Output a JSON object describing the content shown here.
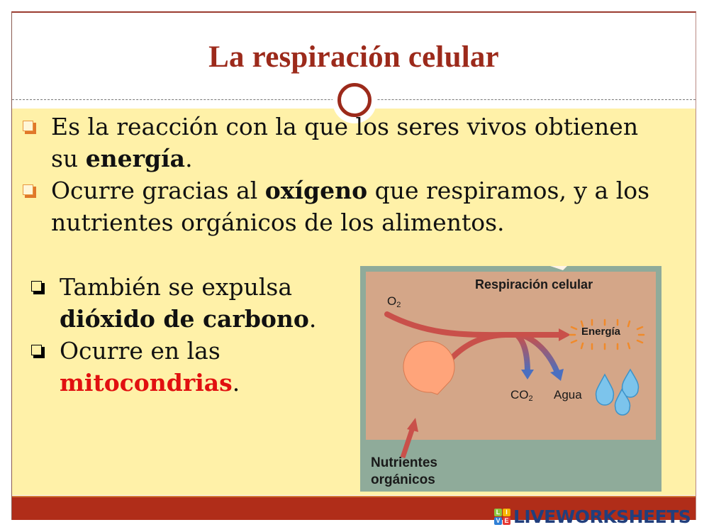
{
  "slide": {
    "title": "La respiración celular",
    "colors": {
      "title": "#9c2a1b",
      "background_top": "#ffffff",
      "background_body": "#fff1a8",
      "footer_bar": "#b02d19",
      "accent_bullet": "#e0782a",
      "highlight_red": "#e11010"
    },
    "bullets_top": [
      {
        "icon": "orange-square-bullet-icon",
        "parts": [
          {
            "text": "Es la reacción con la que los seres vivos obtienen su ",
            "bold": false
          },
          {
            "text": "energía",
            "bold": true
          },
          {
            "text": ".",
            "bold": false
          }
        ]
      },
      {
        "icon": "orange-square-bullet-icon",
        "parts": [
          {
            "text": "Ocurre gracias al ",
            "bold": false
          },
          {
            "text": "oxígeno",
            "bold": true
          },
          {
            "text": " que respiramos, y a los nutrientes orgánicos de los alimentos.",
            "bold": false
          }
        ]
      }
    ],
    "bullets_bottom": [
      {
        "icon": "black-square-bullet-icon",
        "parts": [
          {
            "text": "También se expulsa ",
            "bold": false
          },
          {
            "text": "dióxido de carbono",
            "bold": true
          },
          {
            "text": ".",
            "bold": false
          }
        ]
      },
      {
        "icon": "black-square-bullet-icon",
        "parts": [
          {
            "text": "Ocurre en las ",
            "bold": false
          },
          {
            "text": "mitocondrias",
            "bold": true,
            "red": true
          },
          {
            "text": ".",
            "bold": false
          }
        ]
      }
    ]
  },
  "diagram": {
    "title": "Respiración celular",
    "o2_label": "O",
    "o2_sub": "2",
    "energy_label": "Energía",
    "co2_label": "CO",
    "co2_sub": "2",
    "water_label": "Agua",
    "nutrients_label_line1": "Nutrientes",
    "nutrients_label_line2": "orgánicos",
    "colors": {
      "frame": "#8fab9a",
      "panel": "#d4a688",
      "arrow_red": "#c9504a",
      "arrow_blue": "#4a6fc0",
      "mitochondrion": "#ffa47a",
      "energy_rays": "#f08a2a",
      "water_drop": "#7cc4ec"
    }
  },
  "watermark": {
    "tiles": [
      "L",
      "I",
      "V",
      "E"
    ],
    "text": "LIVEWORKSHEETS"
  }
}
